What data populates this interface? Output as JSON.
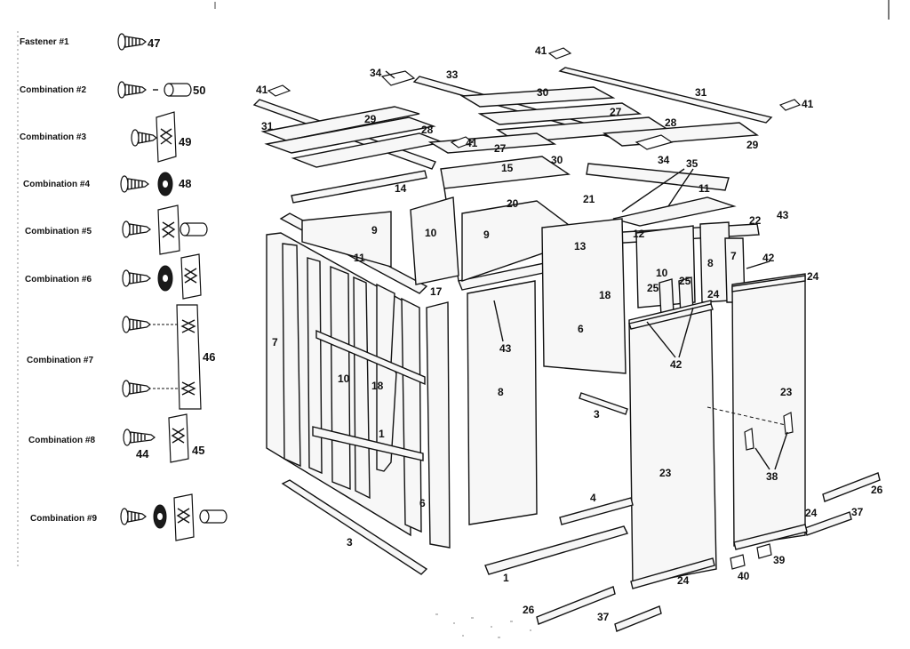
{
  "legend": {
    "items": [
      {
        "label": "Fastener #1",
        "parts": [
          "47"
        ]
      },
      {
        "label": "Combination #2",
        "parts": [
          "50"
        ]
      },
      {
        "label": "Combination #3",
        "parts": [
          "49"
        ]
      },
      {
        "label": "Combination #4",
        "parts": [
          "48"
        ]
      },
      {
        "label": "Combination #5",
        "parts": []
      },
      {
        "label": "Combination #6",
        "parts": []
      },
      {
        "label": "Combination #7",
        "parts": [
          "46"
        ]
      },
      {
        "label": "Combination #8",
        "parts": [
          "44",
          "45"
        ]
      },
      {
        "label": "Combination #9",
        "parts": []
      }
    ]
  },
  "callouts": [
    "41",
    "34",
    "33",
    "30",
    "31",
    "41",
    "41",
    "29",
    "28",
    "27",
    "28",
    "31",
    "29",
    "41",
    "27",
    "30",
    "34",
    "35",
    "15",
    "14",
    "11",
    "21",
    "20",
    "9",
    "10",
    "9",
    "13",
    "12",
    "22",
    "43",
    "11",
    "17",
    "7",
    "42",
    "24",
    "10",
    "8",
    "18",
    "25",
    "25",
    "24",
    "6",
    "7",
    "43",
    "42",
    "10",
    "18",
    "8",
    "3",
    "23",
    "1",
    "23",
    "38",
    "4",
    "6",
    "3",
    "26",
    "24",
    "37",
    "1",
    "39",
    "40",
    "24",
    "26",
    "37"
  ]
}
